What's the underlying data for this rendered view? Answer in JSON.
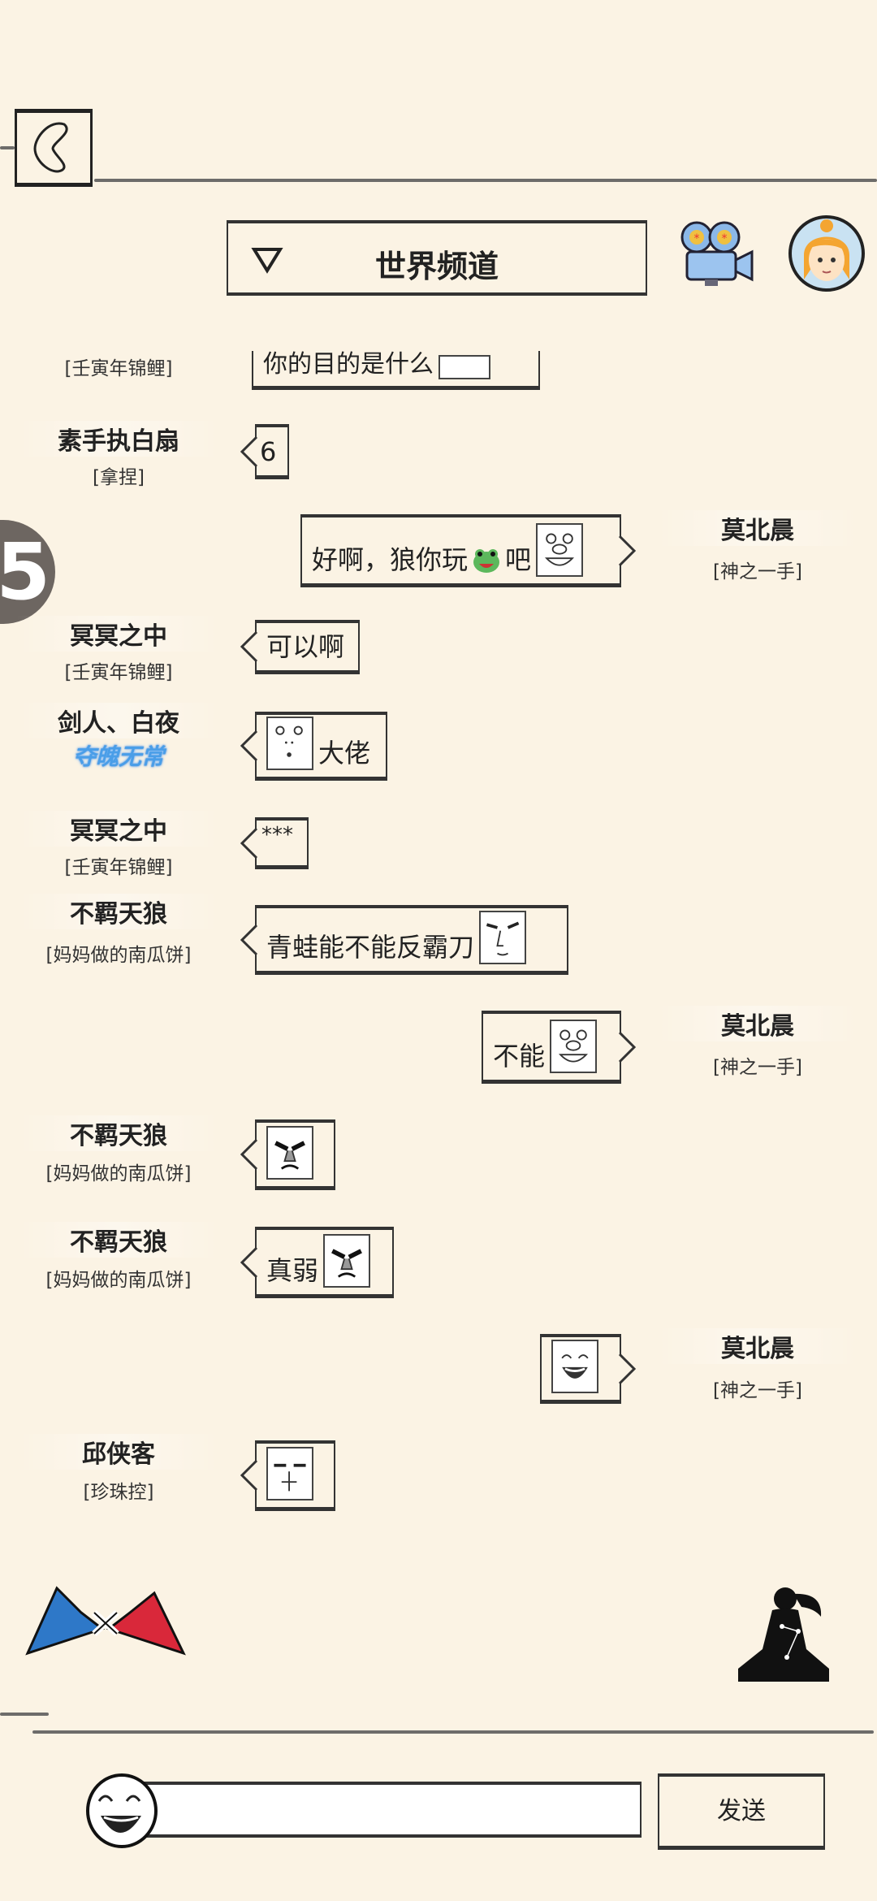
{
  "header": {
    "channel_title": "世界频道",
    "back_icon": "back-icon",
    "camera_icon": "video-camera-icon",
    "avatar_icon": "avatar-icon"
  },
  "overlay_badge": "5",
  "messages": [
    {
      "side": "left",
      "title": "[壬寅年锦鲤]",
      "text": "你的目的是什么"
    },
    {
      "side": "left",
      "name": "素手执白扇",
      "title": "[拿捏]",
      "text": "6"
    },
    {
      "side": "right",
      "name": "莫北晨",
      "title": "[神之一手]",
      "text_before": "好啊，狼你玩",
      "text_after": "吧",
      "emoji": "frog",
      "sticker": "pig-face"
    },
    {
      "side": "left",
      "name": "冥冥之中",
      "title": "[壬寅年锦鲤]",
      "text": "可以啊"
    },
    {
      "side": "left",
      "name": "剑人、白夜",
      "badge": "夺魄无常",
      "text": "大佬",
      "sticker": "surprised-face"
    },
    {
      "side": "left",
      "name": "冥冥之中",
      "title": "[壬寅年锦鲤]",
      "text": "***"
    },
    {
      "side": "left",
      "name": "不羁天狼",
      "title": "[妈妈做的南瓜饼]",
      "text": "青蛙能不能反霸刀",
      "sticker": "smug-face"
    },
    {
      "side": "right",
      "name": "莫北晨",
      "title": "[神之一手]",
      "text": "不能",
      "sticker": "pig-face"
    },
    {
      "side": "left",
      "name": "不羁天狼",
      "title": "[妈妈做的南瓜饼]",
      "sticker": "angry-face"
    },
    {
      "side": "left",
      "name": "不羁天狼",
      "title": "[妈妈做的南瓜饼]",
      "text": "真弱",
      "sticker": "angry-face"
    },
    {
      "side": "right",
      "name": "莫北晨",
      "title": "[神之一手]",
      "sticker": "laughing-face"
    },
    {
      "side": "left",
      "name": "邱侠客",
      "title": "[珍珠控]",
      "sticker": "squint-face"
    }
  ],
  "footer": {
    "input_value": "",
    "send_label": "发送",
    "emoji_icon": "laughing-face-icon"
  },
  "colors": {
    "background": "#fbf3e4",
    "ink": "#222222",
    "badge_blue": "#4a9ee8"
  }
}
